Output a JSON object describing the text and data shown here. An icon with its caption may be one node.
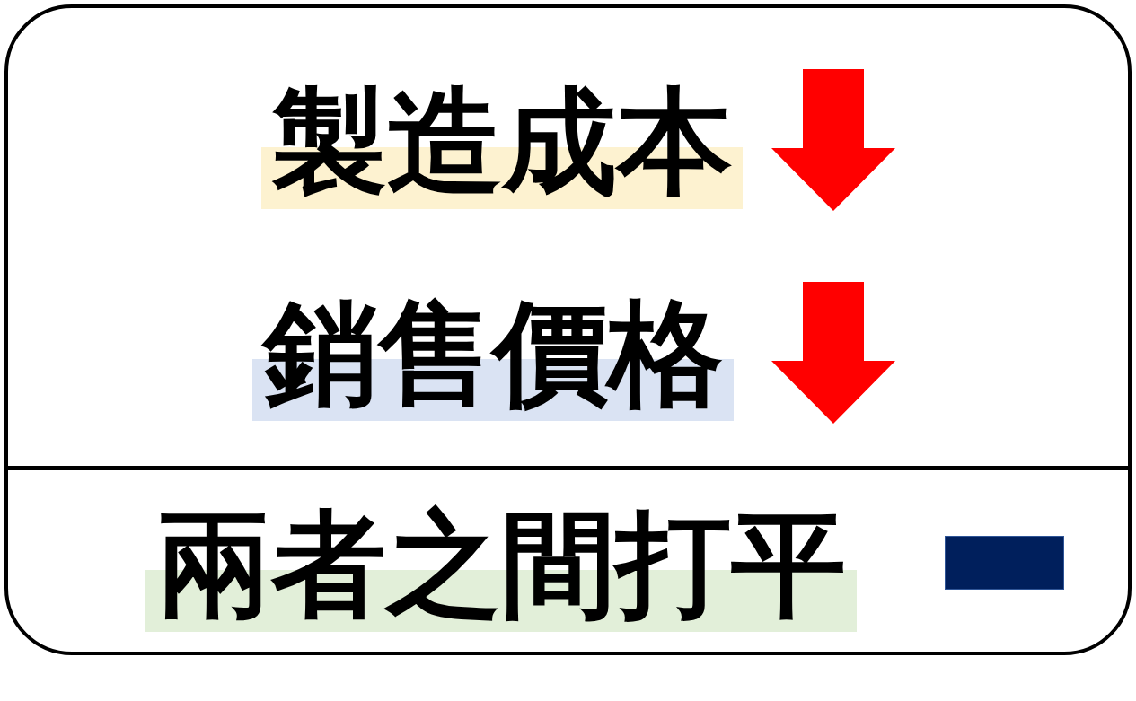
{
  "diagram": {
    "nodes": [
      {
        "text": [
          "製造成本",
          "銷售價格",
          "兩者之間打平"
        ]
      }
    ]
  }
}
